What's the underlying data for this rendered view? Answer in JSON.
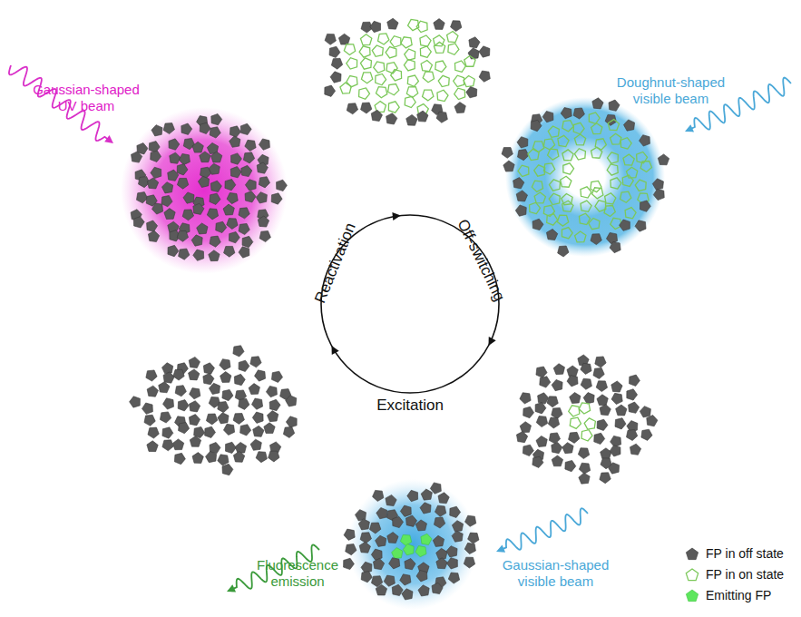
{
  "diagram": {
    "labels": [
      "Gaussian-shaped UV beam",
      "Doughnut-shaped visible beam",
      "Reactivation",
      "Off-switching",
      "Excitation",
      "Fluorescence emission",
      "Gaussian-shaped visible beam"
    ],
    "legend": [
      {
        "text": "FP in off state"
      },
      {
        "text": "FP in on state"
      },
      {
        "text": "Emitting FP"
      }
    ]
  }
}
